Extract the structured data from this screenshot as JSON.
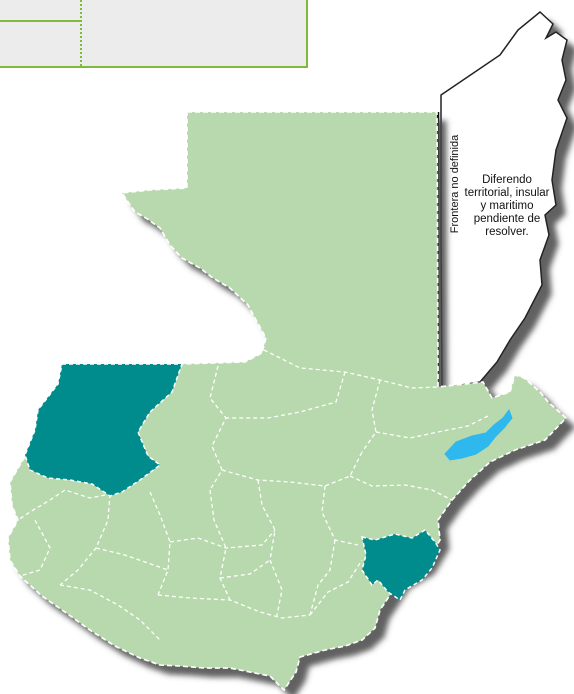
{
  "map": {
    "belize_note": "Diferendo territorial, insular y maritimo pendiente de resolver.",
    "border_label": "Frontera no definida"
  },
  "colors": {
    "land": "#b8d8ad",
    "highlight": "#008c8c",
    "lake": "#2eb8ee",
    "belize": "#ffffff",
    "legend_border": "#7fba3a",
    "legend_fill": "#ececec",
    "shadow": "#444444"
  },
  "highlighted_departments": [
    "Huehuetenango",
    "Chiquimula"
  ]
}
